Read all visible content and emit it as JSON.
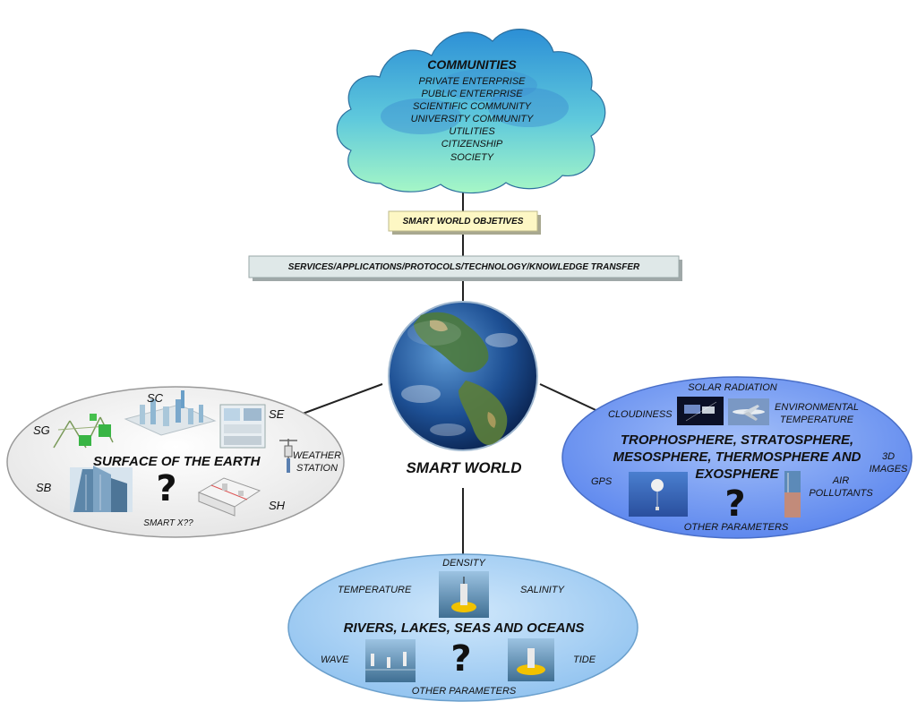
{
  "communities": {
    "title": "COMMUNITIES",
    "items": [
      "PRIVATE ENTERPRISE",
      "PUBLIC ENTERPRISE",
      "SCIENTIFIC COMMUNITY",
      "UNIVERSITY COMMUNITY",
      "UTILITIES",
      "CITIZENSHIP",
      "SOCIETY"
    ]
  },
  "objectives_label": "SMART WORLD OBJETIVES",
  "services_label": "SERVICES/APPLICATIONS/PROTOCOLS/TECHNOLOGY/KNOWLEDGE TRANSFER",
  "center_label": "SMART WORLD",
  "earth_surface": {
    "title": "SURFACE OF THE EARTH",
    "sg": "SG",
    "sc": "SC",
    "se": "SE",
    "sb": "SB",
    "sh": "SH",
    "weather_line1": "WEATHER",
    "weather_line2": "STATION",
    "smart_x": "SMART X??",
    "question": "?"
  },
  "atmosphere": {
    "title_line1": "TROPHOSPHERE, STRATOSPHERE,",
    "title_line2": "MESOSPHERE, THERMOSPHERE AND",
    "title_line3": "EXOSPHERE",
    "solar_radiation": "SOLAR RADIATION",
    "cloudiness": "CLOUDINESS",
    "env_temp_line1": "ENVIRONMENTAL",
    "env_temp_line2": "TEMPERATURE",
    "images3d_line1": "3D",
    "images3d_line2": "IMAGES",
    "gps": "GPS",
    "air_pollutants_line1": "AIR",
    "air_pollutants_line2": "POLLUTANTS",
    "other_parameters": "OTHER PARAMETERS",
    "question": "?"
  },
  "water": {
    "title": "RIVERS, LAKES, SEAS AND OCEANS",
    "density": "DENSITY",
    "temperature": "TEMPERATURE",
    "salinity": "SALINITY",
    "wave": "WAVE",
    "tide": "TIDE",
    "other_parameters": "OTHER PARAMETERS",
    "question": "?"
  },
  "colors": {
    "cloud_light": "#8ff0c8",
    "cloud_dark": "#3d9fd8",
    "right_ellipse": "#6f96f2",
    "bottom_ellipse": "#a9d2f4",
    "left_ellipse": "#f4f4f4",
    "objectives_banner": "#fdf7c4",
    "services_banner": "#dfe8e8"
  }
}
